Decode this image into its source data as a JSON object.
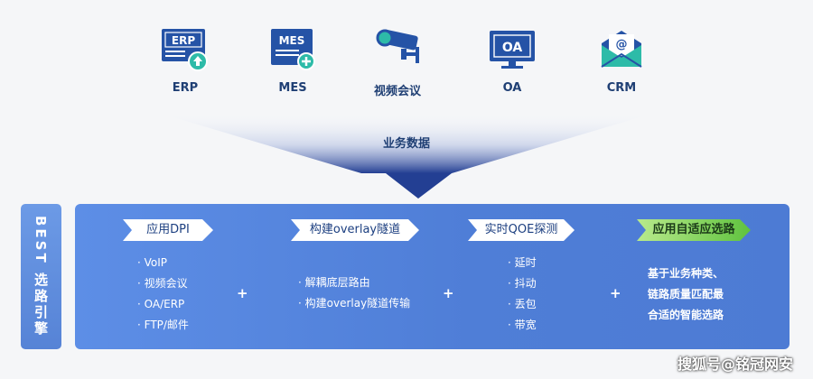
{
  "apps": [
    {
      "label": "ERP",
      "icon": "erp-monitor-icon",
      "icon_text": "ERP"
    },
    {
      "label": "MES",
      "icon": "mes-monitor-icon",
      "icon_text": "MES"
    },
    {
      "label": "视频会议",
      "icon": "camera-icon",
      "icon_text": ""
    },
    {
      "label": "OA",
      "icon": "oa-monitor-icon",
      "icon_text": "OA"
    },
    {
      "label": "CRM",
      "icon": "mail-icon",
      "icon_text": "@"
    }
  ],
  "flow_label": "业务数据",
  "side_title": "BEST 选路引擎",
  "steps": [
    {
      "title": "应用DPI",
      "items": [
        "· VoIP",
        "· 视频会议",
        "· OA/ERP",
        "· FTP/邮件"
      ]
    },
    {
      "title": "构建overlay隧道",
      "items": [
        "· 解耦底层路由",
        "· 构建overlay隧道传输"
      ]
    },
    {
      "title": "实时QOE探测",
      "items": [
        "· 延时",
        "· 抖动",
        "· 丢包",
        "· 带宽"
      ]
    },
    {
      "title": "应用自适应选路",
      "lines": [
        "基于业务种类、",
        "链路质量匹配最",
        "合适的智能选路"
      ]
    }
  ],
  "plus": "+",
  "watermark": "搜狐号@铭冠网安",
  "colors": {
    "primary": "#1f3f74",
    "panel": "#5685d8",
    "accent_green": "#5fc23f",
    "funnel": "#1f3f8f"
  }
}
